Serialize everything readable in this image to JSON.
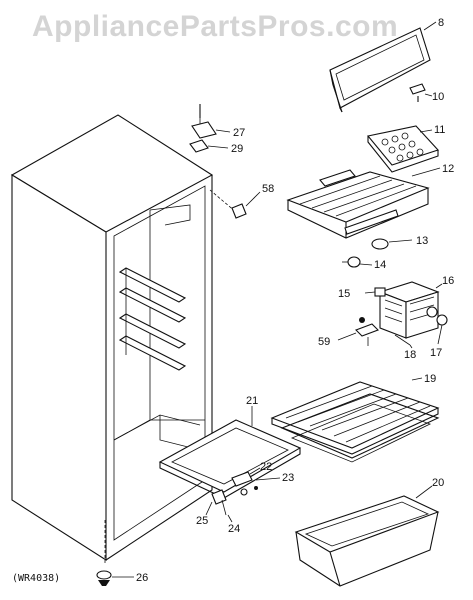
{
  "watermark": "AppliancePartsPros.com",
  "diagram_code": "(WR4038)",
  "part_labels": {
    "p8": "8",
    "p10": "10",
    "p11": "11",
    "p12": "12",
    "p13": "13",
    "p14": "14",
    "p15": "15",
    "p16": "16",
    "p17": "17",
    "p18": "18",
    "p19": "19",
    "p20": "20",
    "p21": "21",
    "p22": "22",
    "p23": "23",
    "p24": "24",
    "p25": "25",
    "p26": "26",
    "p27": "27",
    "p29": "29",
    "p58": "58",
    "p59": "59"
  }
}
